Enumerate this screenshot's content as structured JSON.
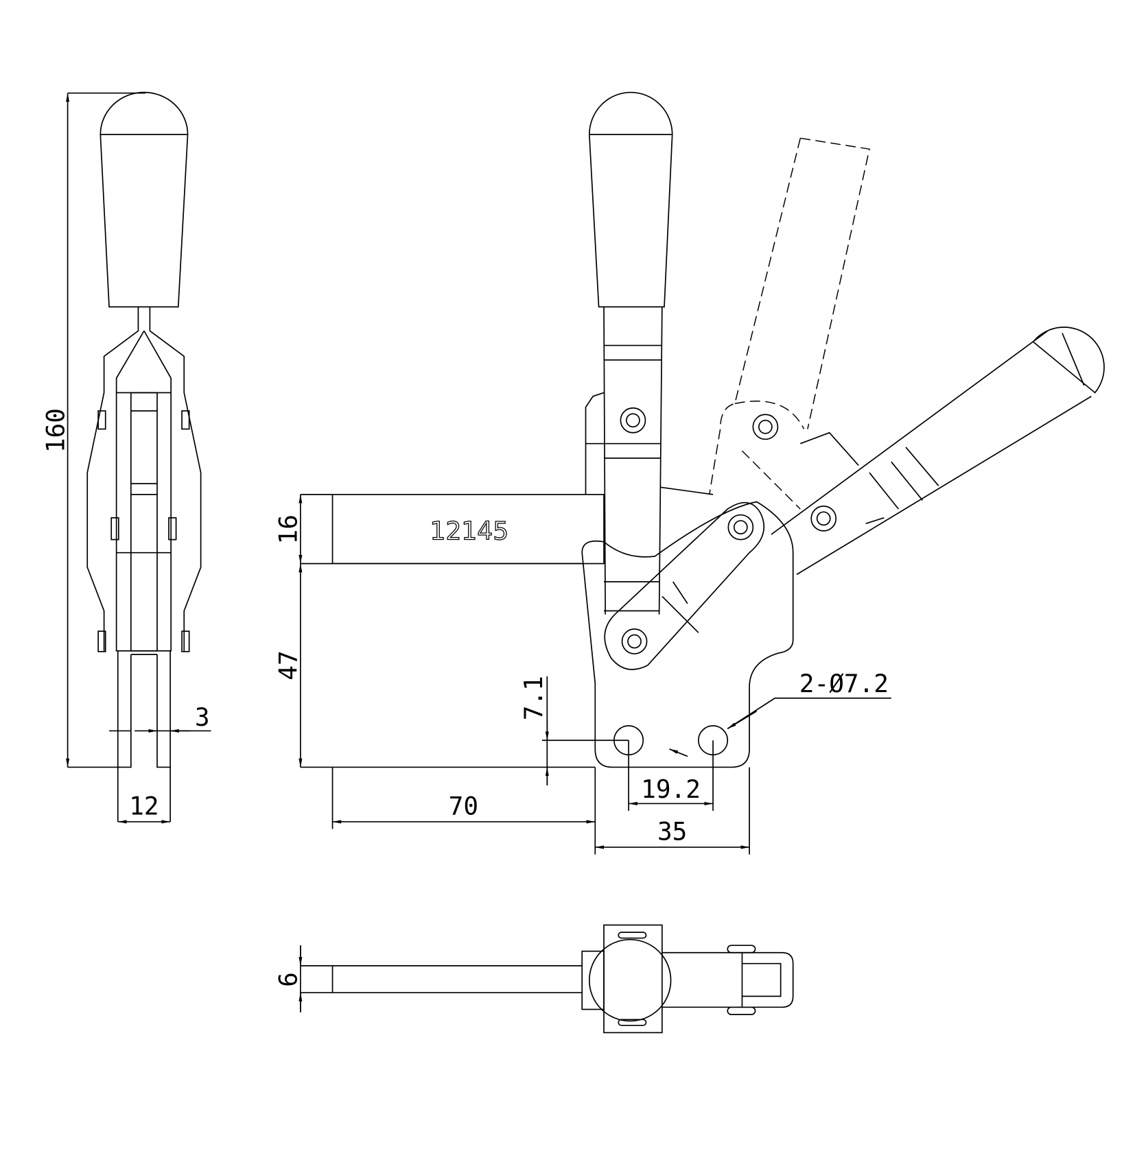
{
  "part_number": "12145",
  "dimensions": {
    "overall_height": "160",
    "slot_width": "3",
    "fork_width": "12",
    "bar_height": "16",
    "spindle_height": "47",
    "hole_offset": "7.1",
    "reach": "70",
    "hole_spacing": "19.2",
    "base_width": "35",
    "holes": "2-Ø7.2",
    "bar_thickness": "6"
  }
}
